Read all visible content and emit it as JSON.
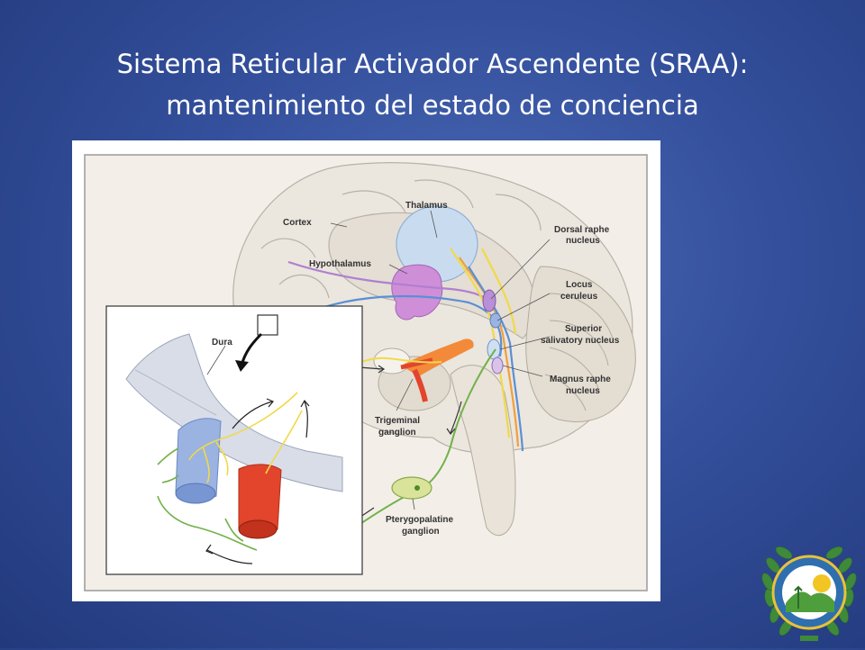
{
  "slide": {
    "title_line1": "Sistema Reticular Activador Ascendente (SRAA):",
    "title_line2": "mantenimiento del estado de conciencia"
  },
  "figure": {
    "labels": {
      "thalamus": "Thalamus",
      "cortex": "Cortex",
      "hypothalamus": "Hypothalamus",
      "dorsal_raphe_1": "Dorsal raphe",
      "dorsal_raphe_2": "nucleus",
      "locus_1": "Locus",
      "locus_2": "ceruleus",
      "superior_1": "Superior",
      "superior_2": "salivatory nucleus",
      "magnus_1": "Magnus raphe",
      "magnus_2": "nucleus",
      "dura": "Dura",
      "trigeminal_1": "Trigeminal",
      "trigeminal_2": "ganglion",
      "ptery_1": "Pterygopalatine",
      "ptery_2": "ganglion"
    },
    "colors": {
      "background": "#f3efe8",
      "thalamus": "#c9dcef",
      "hypothalamus": "#cf8fd8",
      "yellow_path": "#f1d94a",
      "blue_path": "#5a8fd6",
      "orange_path": "#f0a03a",
      "green_path": "#72b14a",
      "artery": "#e2452c",
      "vein": "#9ab3e0"
    }
  }
}
